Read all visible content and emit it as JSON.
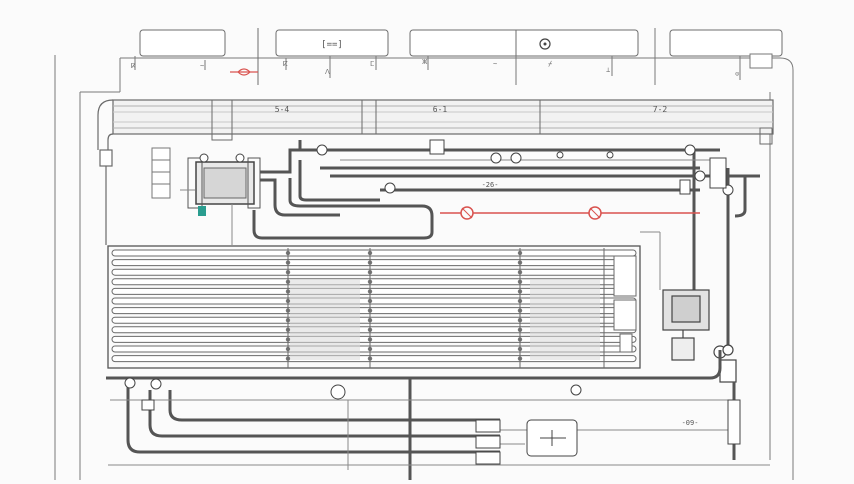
{
  "diagram": {
    "labels": {
      "top_box_2": "[==]",
      "header_tag_1": "5-4",
      "header_tag_2": "6-1",
      "header_tag_3": "7-2",
      "flow_tag": "-26-",
      "bottom_tag": "-09-"
    },
    "colors": {
      "line": "#555555",
      "light_line": "#8a8a8a",
      "highlight_red": "#d9534f",
      "accent_teal": "#2a9d8f",
      "background": "#fbfbfb"
    }
  }
}
